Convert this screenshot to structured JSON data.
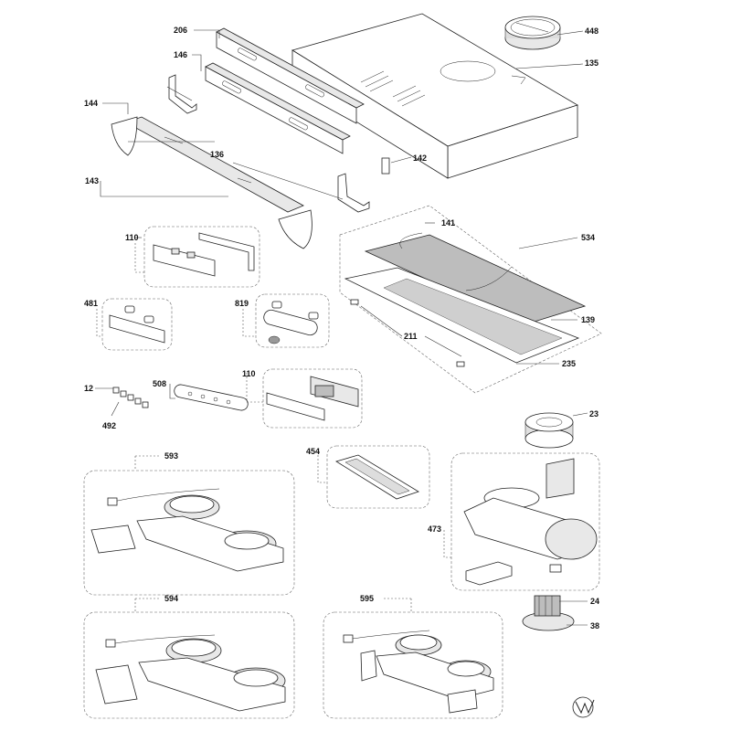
{
  "diagram": {
    "labels": {
      "l206": "206",
      "l146": "146",
      "l144": "144",
      "l136": "136",
      "l143": "143",
      "l448": "448",
      "l135": "135",
      "l142": "142",
      "l141": "141",
      "l534": "534",
      "l139": "139",
      "l211": "211",
      "l235": "235",
      "l110a": "110",
      "l481": "481",
      "l819": "819",
      "l12": "12",
      "l492": "492",
      "l508": "508",
      "l110b": "110",
      "l593": "593",
      "l454": "454",
      "l23": "23",
      "l473": "473",
      "l24": "24",
      "l38": "38",
      "l594": "594",
      "l595": "595"
    }
  }
}
